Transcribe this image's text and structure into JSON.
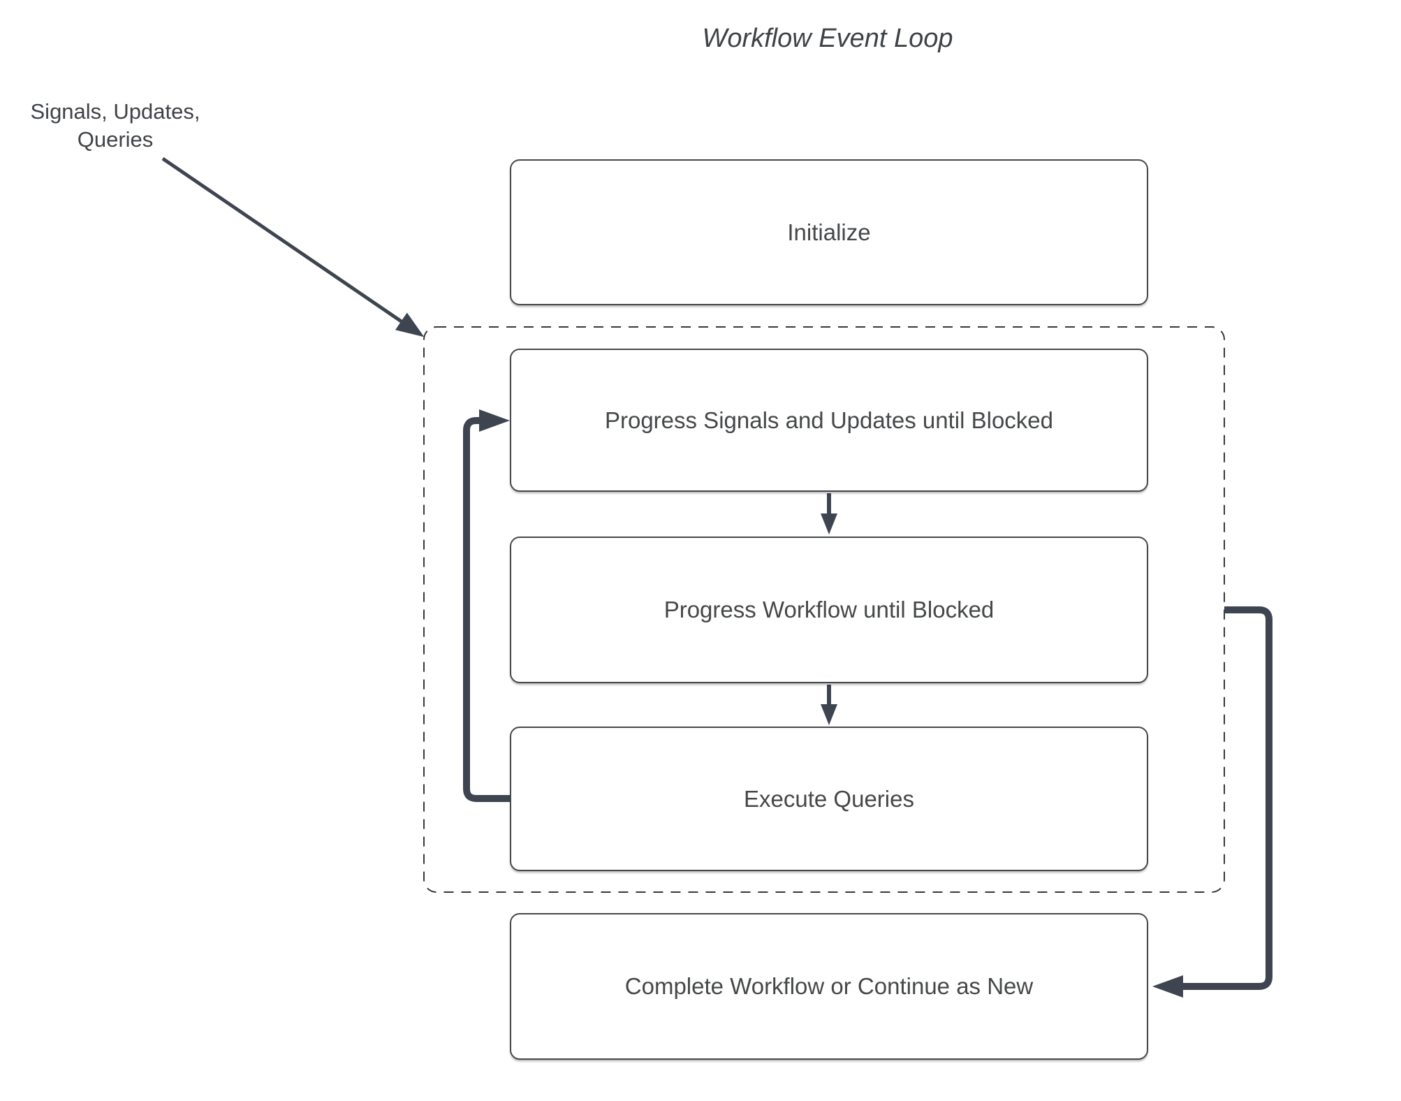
{
  "title": "Workflow Event Loop",
  "annotation": {
    "line1": "Signals, Updates,",
    "line2": "Queries"
  },
  "nodes": {
    "initialize": {
      "label": "Initialize"
    },
    "progress_signals": {
      "label": "Progress Signals and Updates until Blocked"
    },
    "progress_workflow": {
      "label": "Progress Workflow until Blocked"
    },
    "execute_queries": {
      "label": "Execute Queries"
    },
    "complete": {
      "label": "Complete Workflow or Continue as New"
    }
  },
  "edges": {
    "signals_to_loop": "annotation arrow into dashed loop container",
    "progress_signals_to_progress_workflow": "down arrow",
    "progress_workflow_to_execute_queries": "down arrow",
    "execute_queries_back_to_progress_signals": "loop-back connector",
    "loop_to_complete": "continue connector into Complete Workflow"
  },
  "colors": {
    "accent": "#3E4450",
    "box_border": "#46484C",
    "text": "#454749",
    "dashed_border": "#35383C",
    "background": "#FFFFFF"
  }
}
